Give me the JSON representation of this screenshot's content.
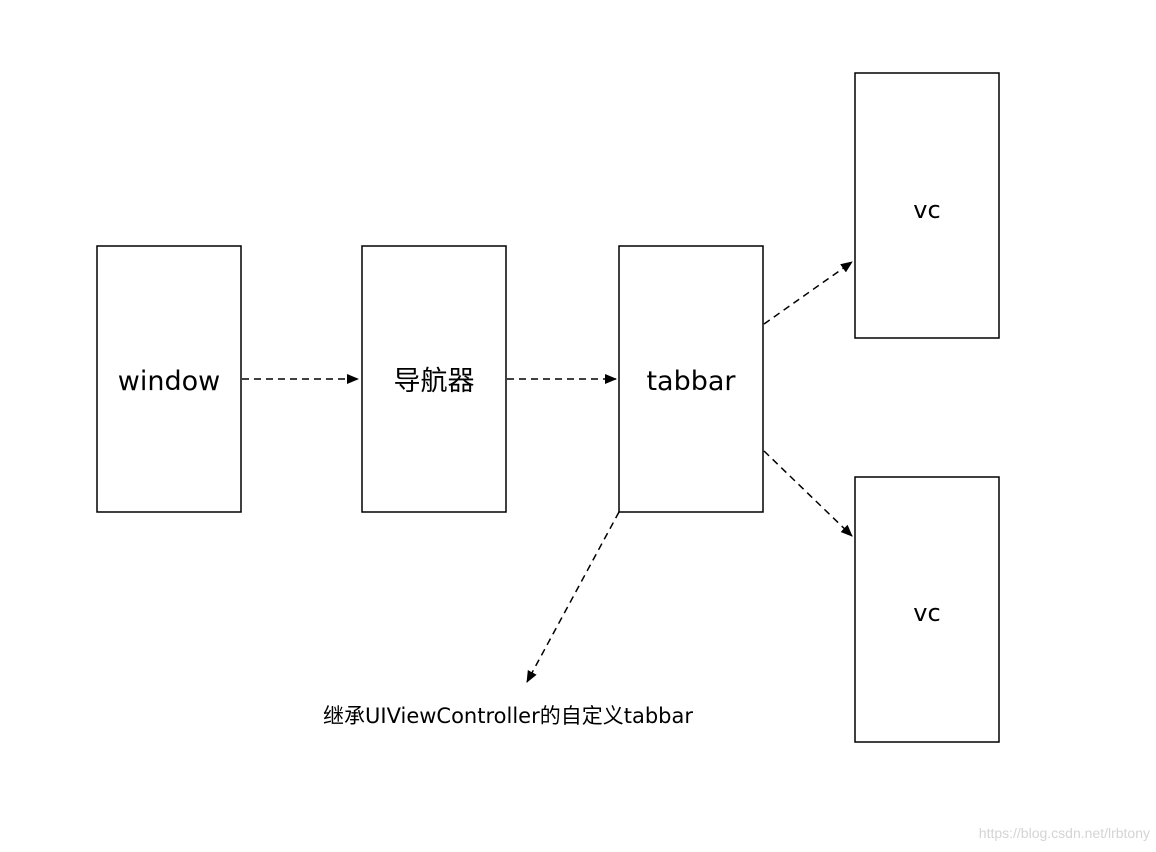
{
  "diagram": {
    "nodes": {
      "window": {
        "label": "window"
      },
      "navigator": {
        "label": "导航器"
      },
      "tabbar": {
        "label": "tabbar"
      },
      "vc_top": {
        "label": "vc"
      },
      "vc_bottom": {
        "label": "vc"
      }
    },
    "edges": [
      {
        "from": "window",
        "to": "navigator",
        "style": "dashed-arrow"
      },
      {
        "from": "navigator",
        "to": "tabbar",
        "style": "dashed-arrow"
      },
      {
        "from": "tabbar",
        "to": "vc_top",
        "style": "dashed-arrow"
      },
      {
        "from": "tabbar",
        "to": "vc_bottom",
        "style": "dashed-arrow"
      },
      {
        "from": "tabbar",
        "to": "caption",
        "style": "dashed-arrow"
      }
    ],
    "caption": "继承UIViewController的自定义tabbar"
  },
  "watermark": "https://blog.csdn.net/lrbtony",
  "colors": {
    "background": "#ffffff",
    "stroke": "#000000",
    "watermark": "#d4d4d4"
  }
}
